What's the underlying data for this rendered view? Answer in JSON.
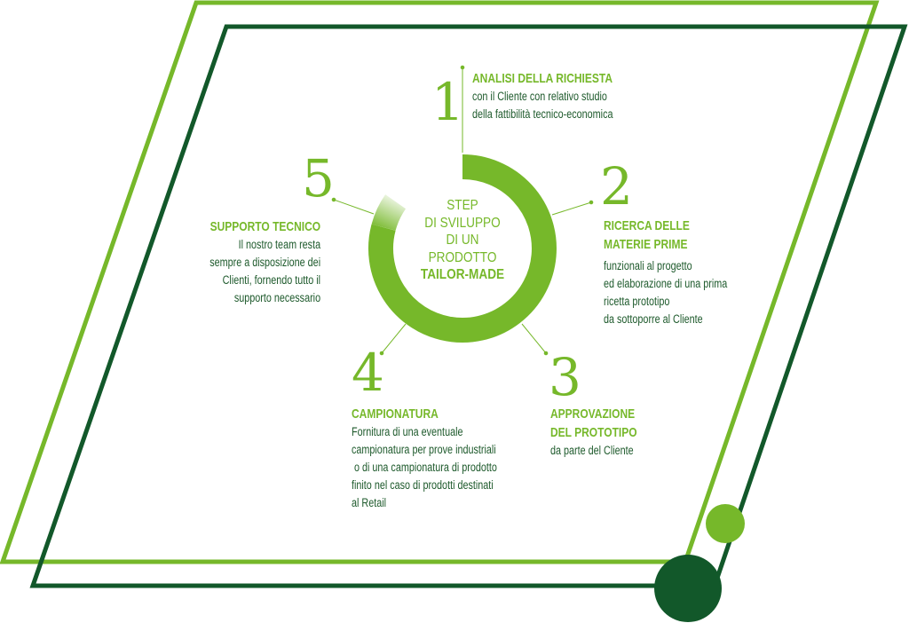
{
  "colors": {
    "light_green": "#76b82a",
    "dark_green": "#12582a",
    "text": "#1e5a2c"
  },
  "center": {
    "lines": [
      "STEP",
      "DI SVILUPPO",
      "DI UN",
      "PRODOTTO"
    ],
    "bold": "TAILOR-MADE"
  },
  "steps": [
    {
      "number": "1",
      "title": [
        "ANALISI DELLA RICHIESTA"
      ],
      "lines": [
        "con il Cliente con relativo studio",
        "della fattibilità tecnico-economica"
      ]
    },
    {
      "number": "2",
      "title": [
        "RICERCA DELLE",
        "MATERIE PRIME"
      ],
      "lines": [
        "funzionali al progetto",
        "ed elaborazione di una prima",
        "ricetta prototipo",
        "da sottoporre al Cliente"
      ]
    },
    {
      "number": "3",
      "title": [
        "APPROVAZIONE",
        "DEL PROTOTIPO"
      ],
      "lines": [
        "da parte del Cliente"
      ]
    },
    {
      "number": "4",
      "title": [
        "CAMPIONATURA"
      ],
      "lines": [
        "Fornitura di una eventuale",
        "campionatura per prove industriali",
        " o di una campionatura di prodotto",
        "finito nel caso di prodotti destinati",
        "al Retail"
      ]
    },
    {
      "number": "5",
      "title": [
        "SUPPORTO TECNICO"
      ],
      "lines": [
        "Il nostro team resta",
        "sempre a disposizione dei",
        "Clienti, fornendo tutto il",
        "supporto necessario"
      ]
    }
  ]
}
